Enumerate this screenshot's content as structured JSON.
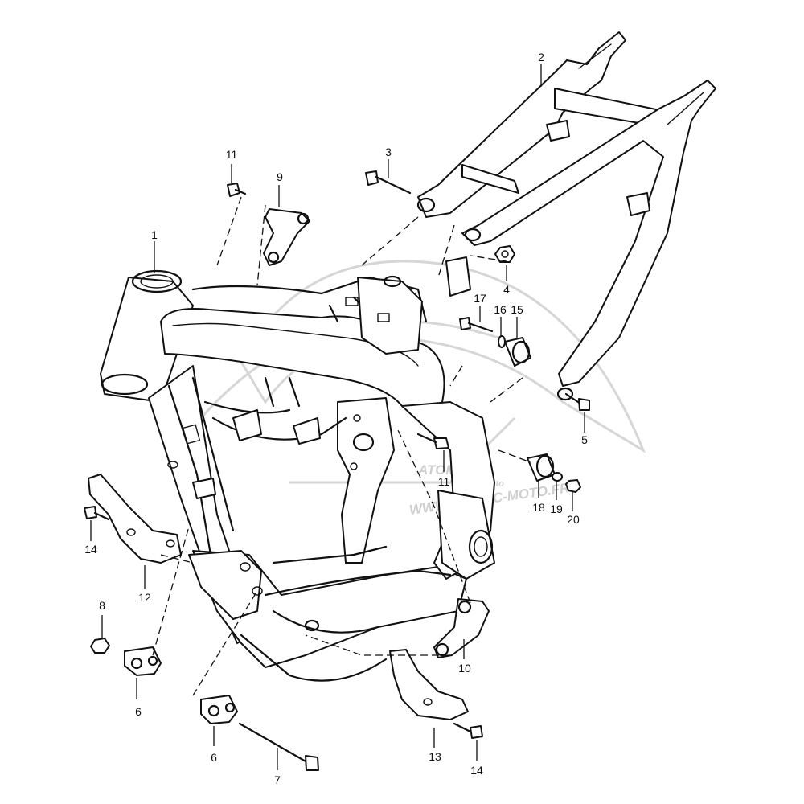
{
  "watermark": {
    "brand": "ATOMIC",
    "sub": "moto",
    "url": "WWW.ATOMIC-MOTO.FR"
  },
  "callouts": [
    {
      "id": "c1",
      "label": "1"
    },
    {
      "id": "c2",
      "label": "2"
    },
    {
      "id": "c3",
      "label": "3"
    },
    {
      "id": "c4",
      "label": "4"
    },
    {
      "id": "c5",
      "label": "5"
    },
    {
      "id": "c6a",
      "label": "6"
    },
    {
      "id": "c6b",
      "label": "6"
    },
    {
      "id": "c7",
      "label": "7"
    },
    {
      "id": "c8",
      "label": "8"
    },
    {
      "id": "c9",
      "label": "9"
    },
    {
      "id": "c10",
      "label": "10"
    },
    {
      "id": "c11a",
      "label": "11"
    },
    {
      "id": "c11b",
      "label": "11"
    },
    {
      "id": "c12",
      "label": "12"
    },
    {
      "id": "c13",
      "label": "13"
    },
    {
      "id": "c14a",
      "label": "14"
    },
    {
      "id": "c14b",
      "label": "14"
    },
    {
      "id": "c15",
      "label": "15"
    },
    {
      "id": "c16",
      "label": "16"
    },
    {
      "id": "c17",
      "label": "17"
    },
    {
      "id": "c18",
      "label": "18"
    },
    {
      "id": "c19",
      "label": "19"
    },
    {
      "id": "c20",
      "label": "20"
    }
  ]
}
